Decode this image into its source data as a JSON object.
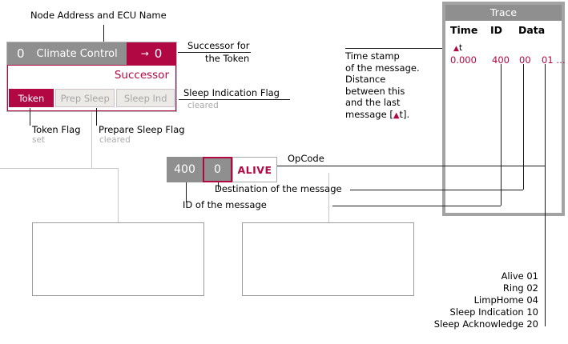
{
  "colors": {
    "crimson": "#b10742",
    "header_gray": "#8f8f8f",
    "window_border_gray": "#a3a3a3",
    "wire_gray": "#c9c9c9",
    "disabled_text": "#a6a6a6"
  },
  "top_label": "Node Address and ECU Name",
  "node": {
    "address": "0",
    "name": "Climate Control",
    "arrow": "→",
    "successor": "0",
    "successor_label": "Successor",
    "buttons": [
      {
        "label": "Token",
        "state": "active"
      },
      {
        "label": "Prep Sleep",
        "state": "inactive"
      },
      {
        "label": "Sleep Ind",
        "state": "inactive"
      }
    ]
  },
  "annotations": {
    "successor_for_line1": "Successor for",
    "successor_for_line2": "the Token",
    "sleep_ind_flag": "Sleep Indication Flag",
    "sleep_ind_state": "cleared",
    "token_flag": "Token Flag",
    "token_state": "set",
    "prep_flag": "Prepare Sleep Flag",
    "prep_state": "cleared",
    "opcode": "OpCode",
    "destination": "Destination of the message",
    "id": "ID of the message",
    "time_note_lines": [
      "Time stamp",
      "of the message.",
      "Distance",
      "between this",
      "and the last"
    ],
    "time_note_last_pre": "message [",
    "time_note_tri": "▲",
    "time_note_last_post": "t]."
  },
  "message": {
    "id": "400",
    "destination": "0",
    "opcode": "ALIVE"
  },
  "trace": {
    "title": "Trace",
    "col_time": "Time",
    "col_id": "ID",
    "col_data": "Data",
    "delta_tri": "▲",
    "delta_t": "t",
    "row": {
      "time": "0.000",
      "id": "400",
      "data0": "00",
      "data1": "01 …"
    }
  },
  "opcodes": [
    "Alive 01",
    "Ring 02",
    "LimpHome 04",
    "Sleep Indication 10",
    "Sleep Acknowledge 20"
  ]
}
